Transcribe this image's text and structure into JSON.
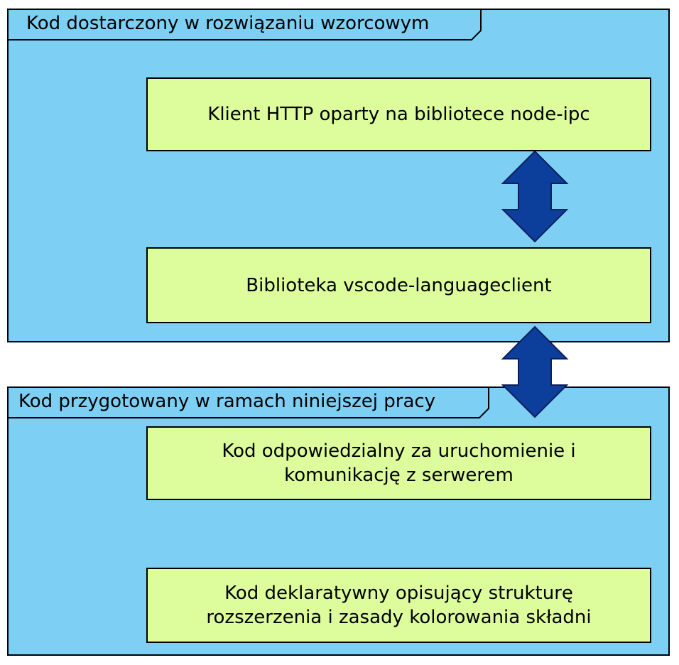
{
  "groups": {
    "top": {
      "label": "Kod dostarczony w rozwiązaniu wzorcowym",
      "boxes": [
        "Klient HTTP oparty na bibliotece node-ipc",
        "Biblioteka vscode-languageclient"
      ]
    },
    "bottom": {
      "label": "Kod przygotowany w ramach niniejszej pracy",
      "boxes": [
        "Kod odpowiedzialny za uruchomienie i\nkomunikację z serwerem",
        "Kod deklaratywny opisujący strukturę\nrozszerzenia i zasady kolorowania składni"
      ]
    }
  },
  "colors": {
    "group_fill": "#7dcff4",
    "box_fill": "#ddfc9c",
    "arrow_fill": "#0c3e9c",
    "arrow_stroke": "#0a1f5c"
  },
  "arrows": [
    {
      "type": "double-headed",
      "direction": "vertical"
    },
    {
      "type": "double-headed",
      "direction": "vertical"
    }
  ]
}
